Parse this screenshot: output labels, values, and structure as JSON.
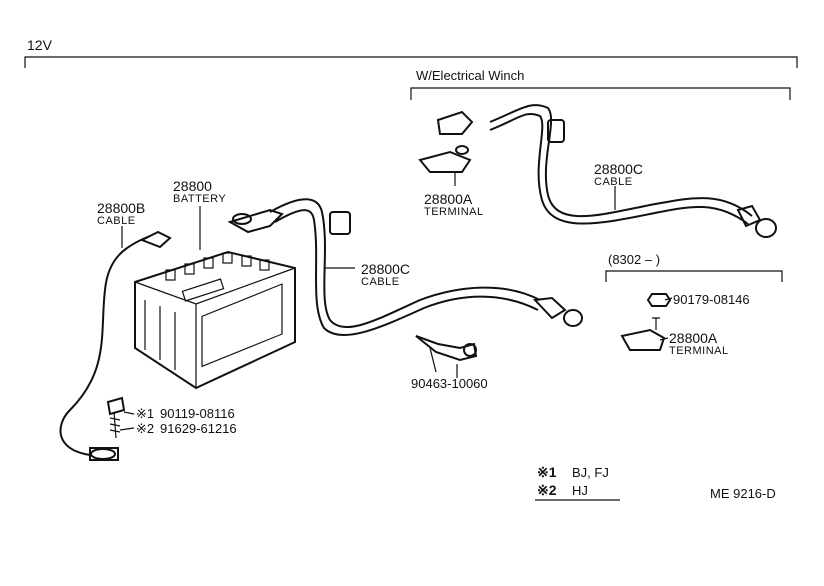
{
  "header": {
    "voltage": "12V",
    "winch_group": "W/Electrical Winch",
    "range_group": "(8302 –        )"
  },
  "parts": {
    "battery": {
      "number": "28800",
      "name": "BATTERY"
    },
    "cable_b": {
      "number": "28800B",
      "name": "CABLE"
    },
    "cable_c_main": {
      "number": "28800C",
      "name": "CABLE"
    },
    "cable_c_winch": {
      "number": "28800C",
      "name": "CABLE"
    },
    "terminal_a_winch": {
      "number": "28800A",
      "name": "TERMINAL"
    },
    "terminal_a_range": {
      "number": "28800A",
      "name": "TERMINAL"
    },
    "clamp": {
      "number": "90463-10060"
    },
    "nut": {
      "number": "90179-08146"
    },
    "bolt_1": {
      "mark": "※1",
      "number": "90119-08116"
    },
    "bolt_2": {
      "mark": "※2",
      "number": "91629-61216"
    }
  },
  "legend": {
    "note_1_mark": "※1",
    "note_1_text": "BJ, FJ",
    "note_2_mark": "※2",
    "note_2_text": "HJ"
  },
  "diagram_code": "ME  9216-D"
}
